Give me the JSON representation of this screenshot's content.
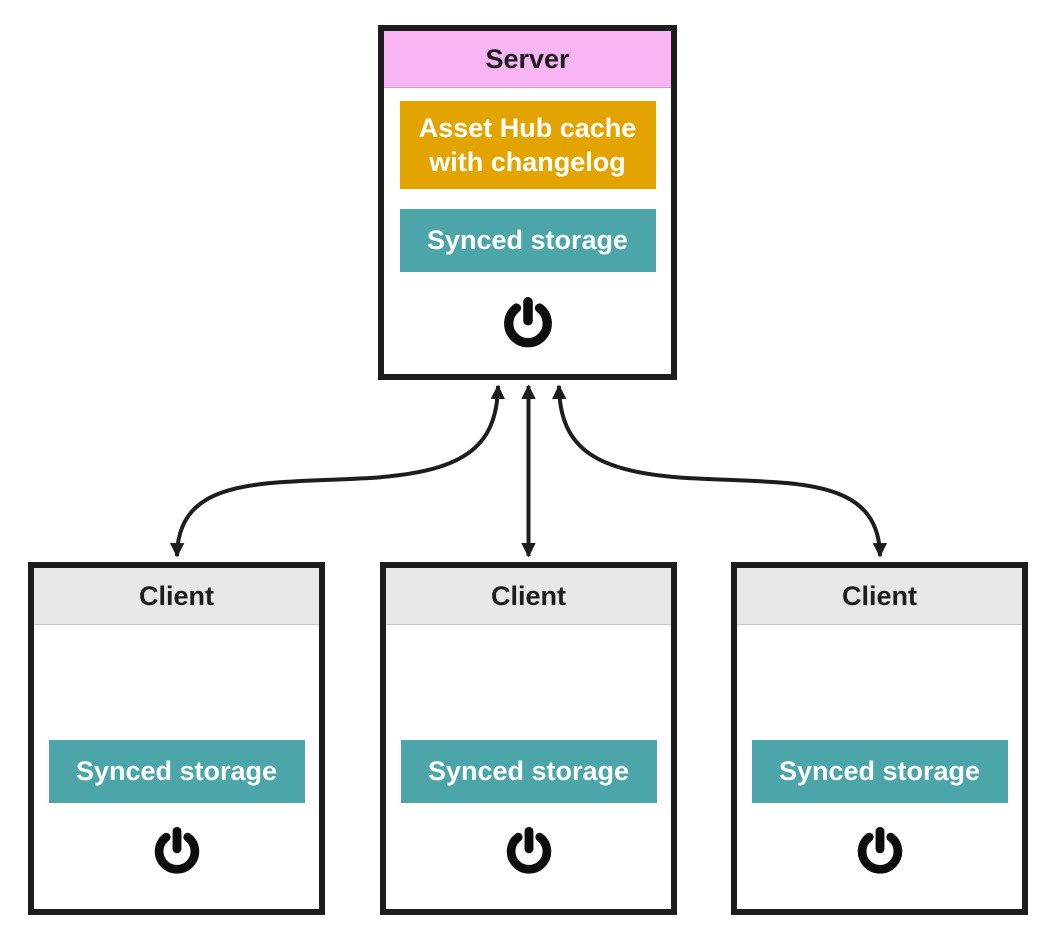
{
  "colors": {
    "border": "#1d1d1d",
    "server_header_bg": "#f9b4f3",
    "client_header_bg": "#e8e8e8",
    "cache_bg": "#e3a400",
    "storage_bg": "#4ba5a9",
    "arrow": "#1d1d1d",
    "icon": "#0d0d0d"
  },
  "server": {
    "title": "Server",
    "cache_label": "Asset Hub cache with changelog",
    "storage_label": "Synced storage",
    "icon": "power-icon"
  },
  "clients": [
    {
      "title": "Client",
      "storage_label": "Synced storage",
      "icon": "power-icon"
    },
    {
      "title": "Client",
      "storage_label": "Synced storage",
      "icon": "power-icon"
    },
    {
      "title": "Client",
      "storage_label": "Synced storage",
      "icon": "power-icon"
    }
  ],
  "connections": [
    {
      "from": "server",
      "to": "client-0",
      "type": "bidirectional"
    },
    {
      "from": "server",
      "to": "client-1",
      "type": "bidirectional"
    },
    {
      "from": "server",
      "to": "client-2",
      "type": "bidirectional"
    }
  ]
}
